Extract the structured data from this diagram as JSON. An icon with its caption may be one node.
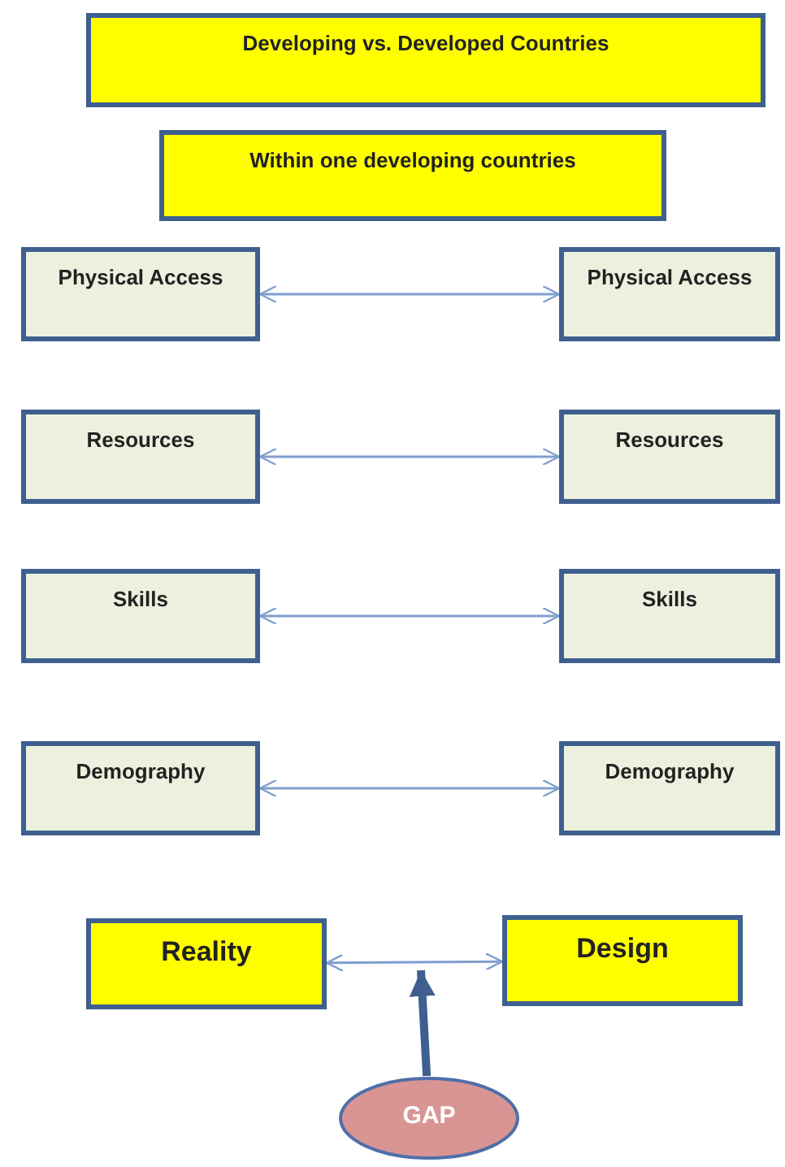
{
  "diagram": {
    "nodes": [
      {
        "text": [
          "Developing vs. Developed Countries"
        ]
      },
      {
        "text": [
          "Within one developing countries"
        ]
      },
      {
        "text": [
          "Physical Access"
        ]
      },
      {
        "text": [
          "Physical Access"
        ]
      },
      {
        "text": [
          "Resources"
        ]
      },
      {
        "text": [
          "Resources"
        ]
      },
      {
        "text": [
          "Skills"
        ]
      },
      {
        "text": [
          "Skills"
        ]
      },
      {
        "text": [
          "Demography"
        ]
      },
      {
        "text": [
          "Demography"
        ]
      },
      {
        "text": [
          "Reality"
        ]
      },
      {
        "text": [
          "Design"
        ]
      },
      {
        "text": [
          "GAP"
        ]
      }
    ],
    "edges": [
      {
        "from": 2,
        "to": 3,
        "arrow": "both"
      },
      {
        "from": 4,
        "to": 5,
        "arrow": "both"
      },
      {
        "from": 6,
        "to": 7,
        "arrow": "both"
      },
      {
        "from": 8,
        "to": 9,
        "arrow": "both"
      },
      {
        "from": 10,
        "to": 11,
        "arrow": "both"
      },
      {
        "from": 12,
        "to": null,
        "arrow": "to",
        "style": "thick",
        "color": "#3f5f8f"
      }
    ]
  }
}
